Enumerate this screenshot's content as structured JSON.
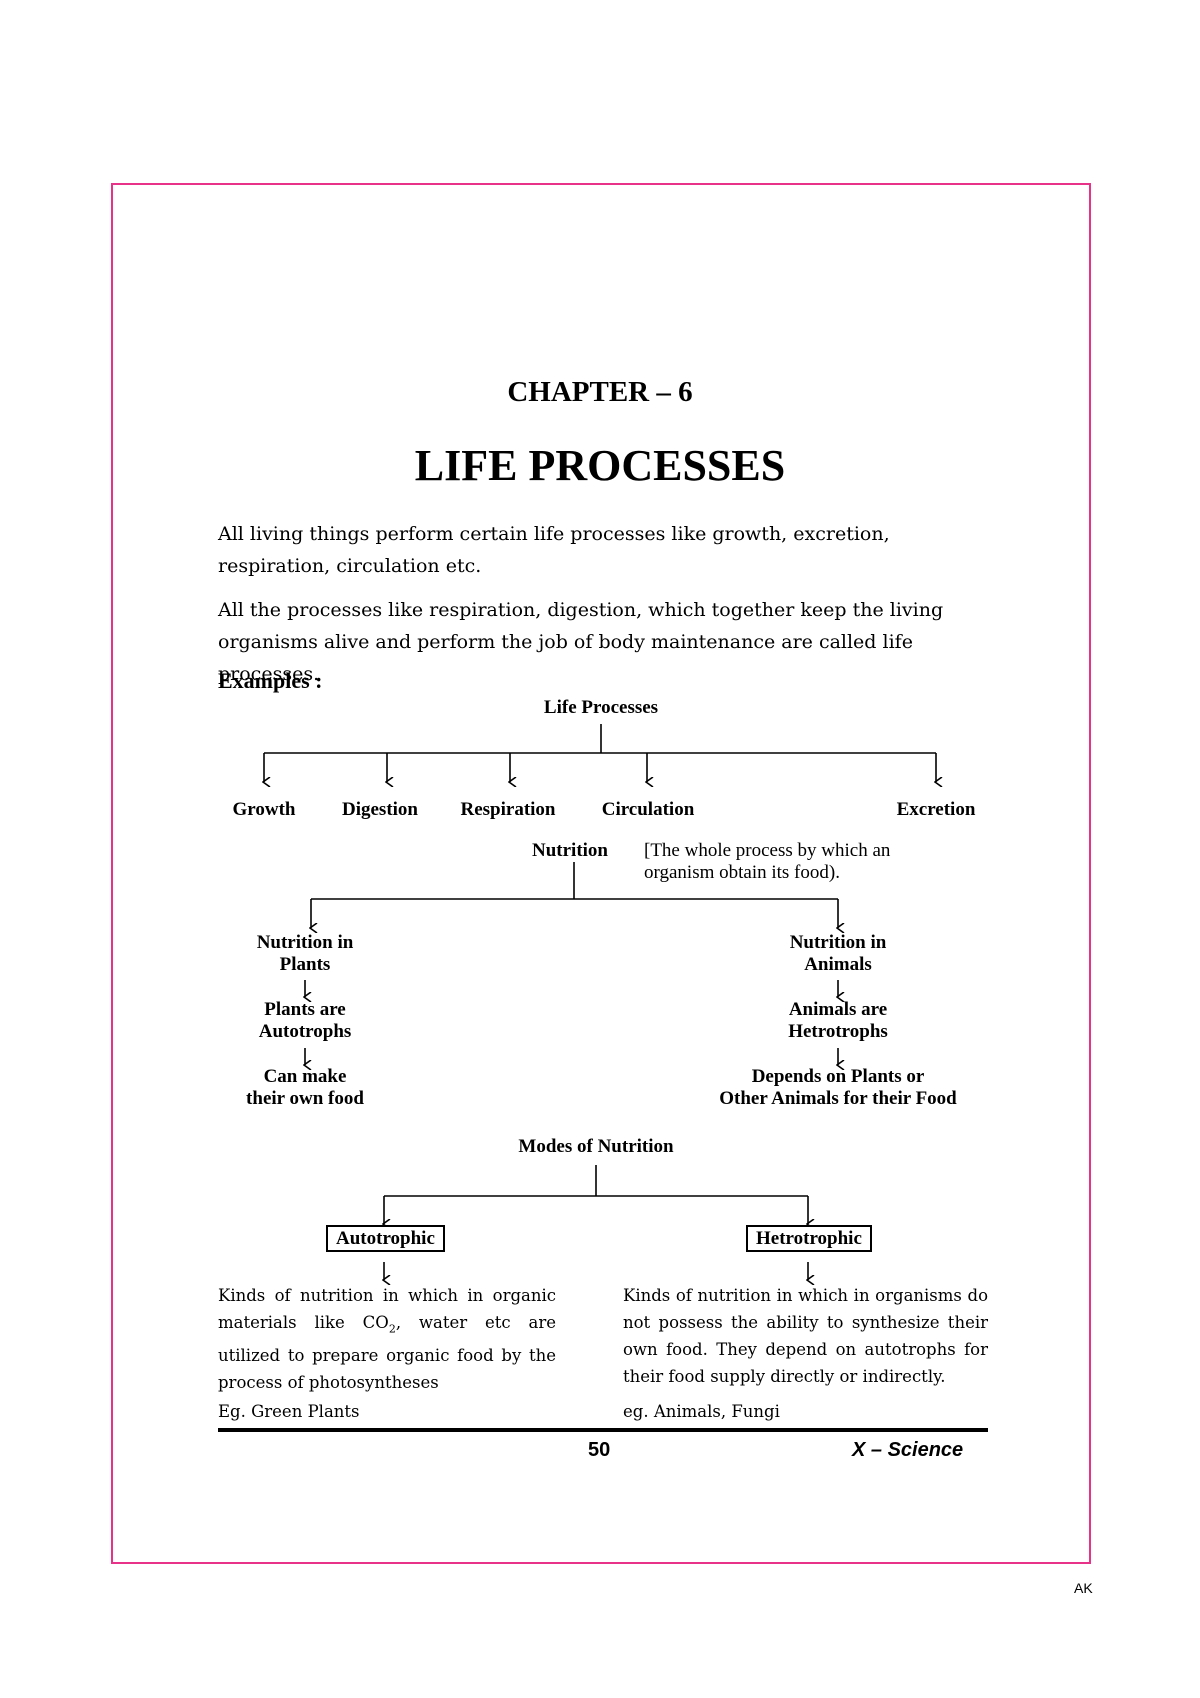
{
  "chapter": "CHAPTER – 6",
  "title": "LIFE PROCESSES",
  "paragraphs": [
    "All living things perform certain life processes like growth, excretion, respiration, circulation etc.",
    "All the processes like respiration, digestion, which together keep the living organisms alive and perform the job of body maintenance are called life processes."
  ],
  "examples_label": "Examples :",
  "diagram1": {
    "root": "Life Processes",
    "children": [
      "Growth",
      "Digestion",
      "Respiration",
      "Circulation",
      "Excretion"
    ],
    "nutrition": "Nutrition",
    "nutrition_note_line1": "[The whole process by which an",
    "nutrition_note_line2": "organism obtain its food).",
    "plants": [
      "Nutrition in",
      "Plants",
      "Plants are",
      "Autotrophs",
      "Can make",
      "their own food"
    ],
    "animals": [
      "Nutrition in",
      "Animals",
      "Animals are",
      "Hetrotrophs",
      "Depends on Plants or",
      "Other Animals for their Food"
    ]
  },
  "diagram2": {
    "root": "Modes of Nutrition",
    "left_label": "Autotrophic",
    "right_label": "Hetrotrophic",
    "left_desc_a": "Kinds of nutrition in which in organic materials like CO",
    "left_desc_sub": "2",
    "left_desc_b": ", water etc are utilized to prepare organic food by the process of photosyntheses",
    "left_eg": "Eg. Green Plants",
    "right_desc": "Kinds of nutrition in which in organisms do not possess the ability to synthesize their own food. They depend on autotrophs for their food supply directly or indirectly.",
    "right_eg": "eg. Animals, Fungi"
  },
  "footer": {
    "page": "50",
    "subject": "X – Science"
  },
  "corner_mark": "AK"
}
